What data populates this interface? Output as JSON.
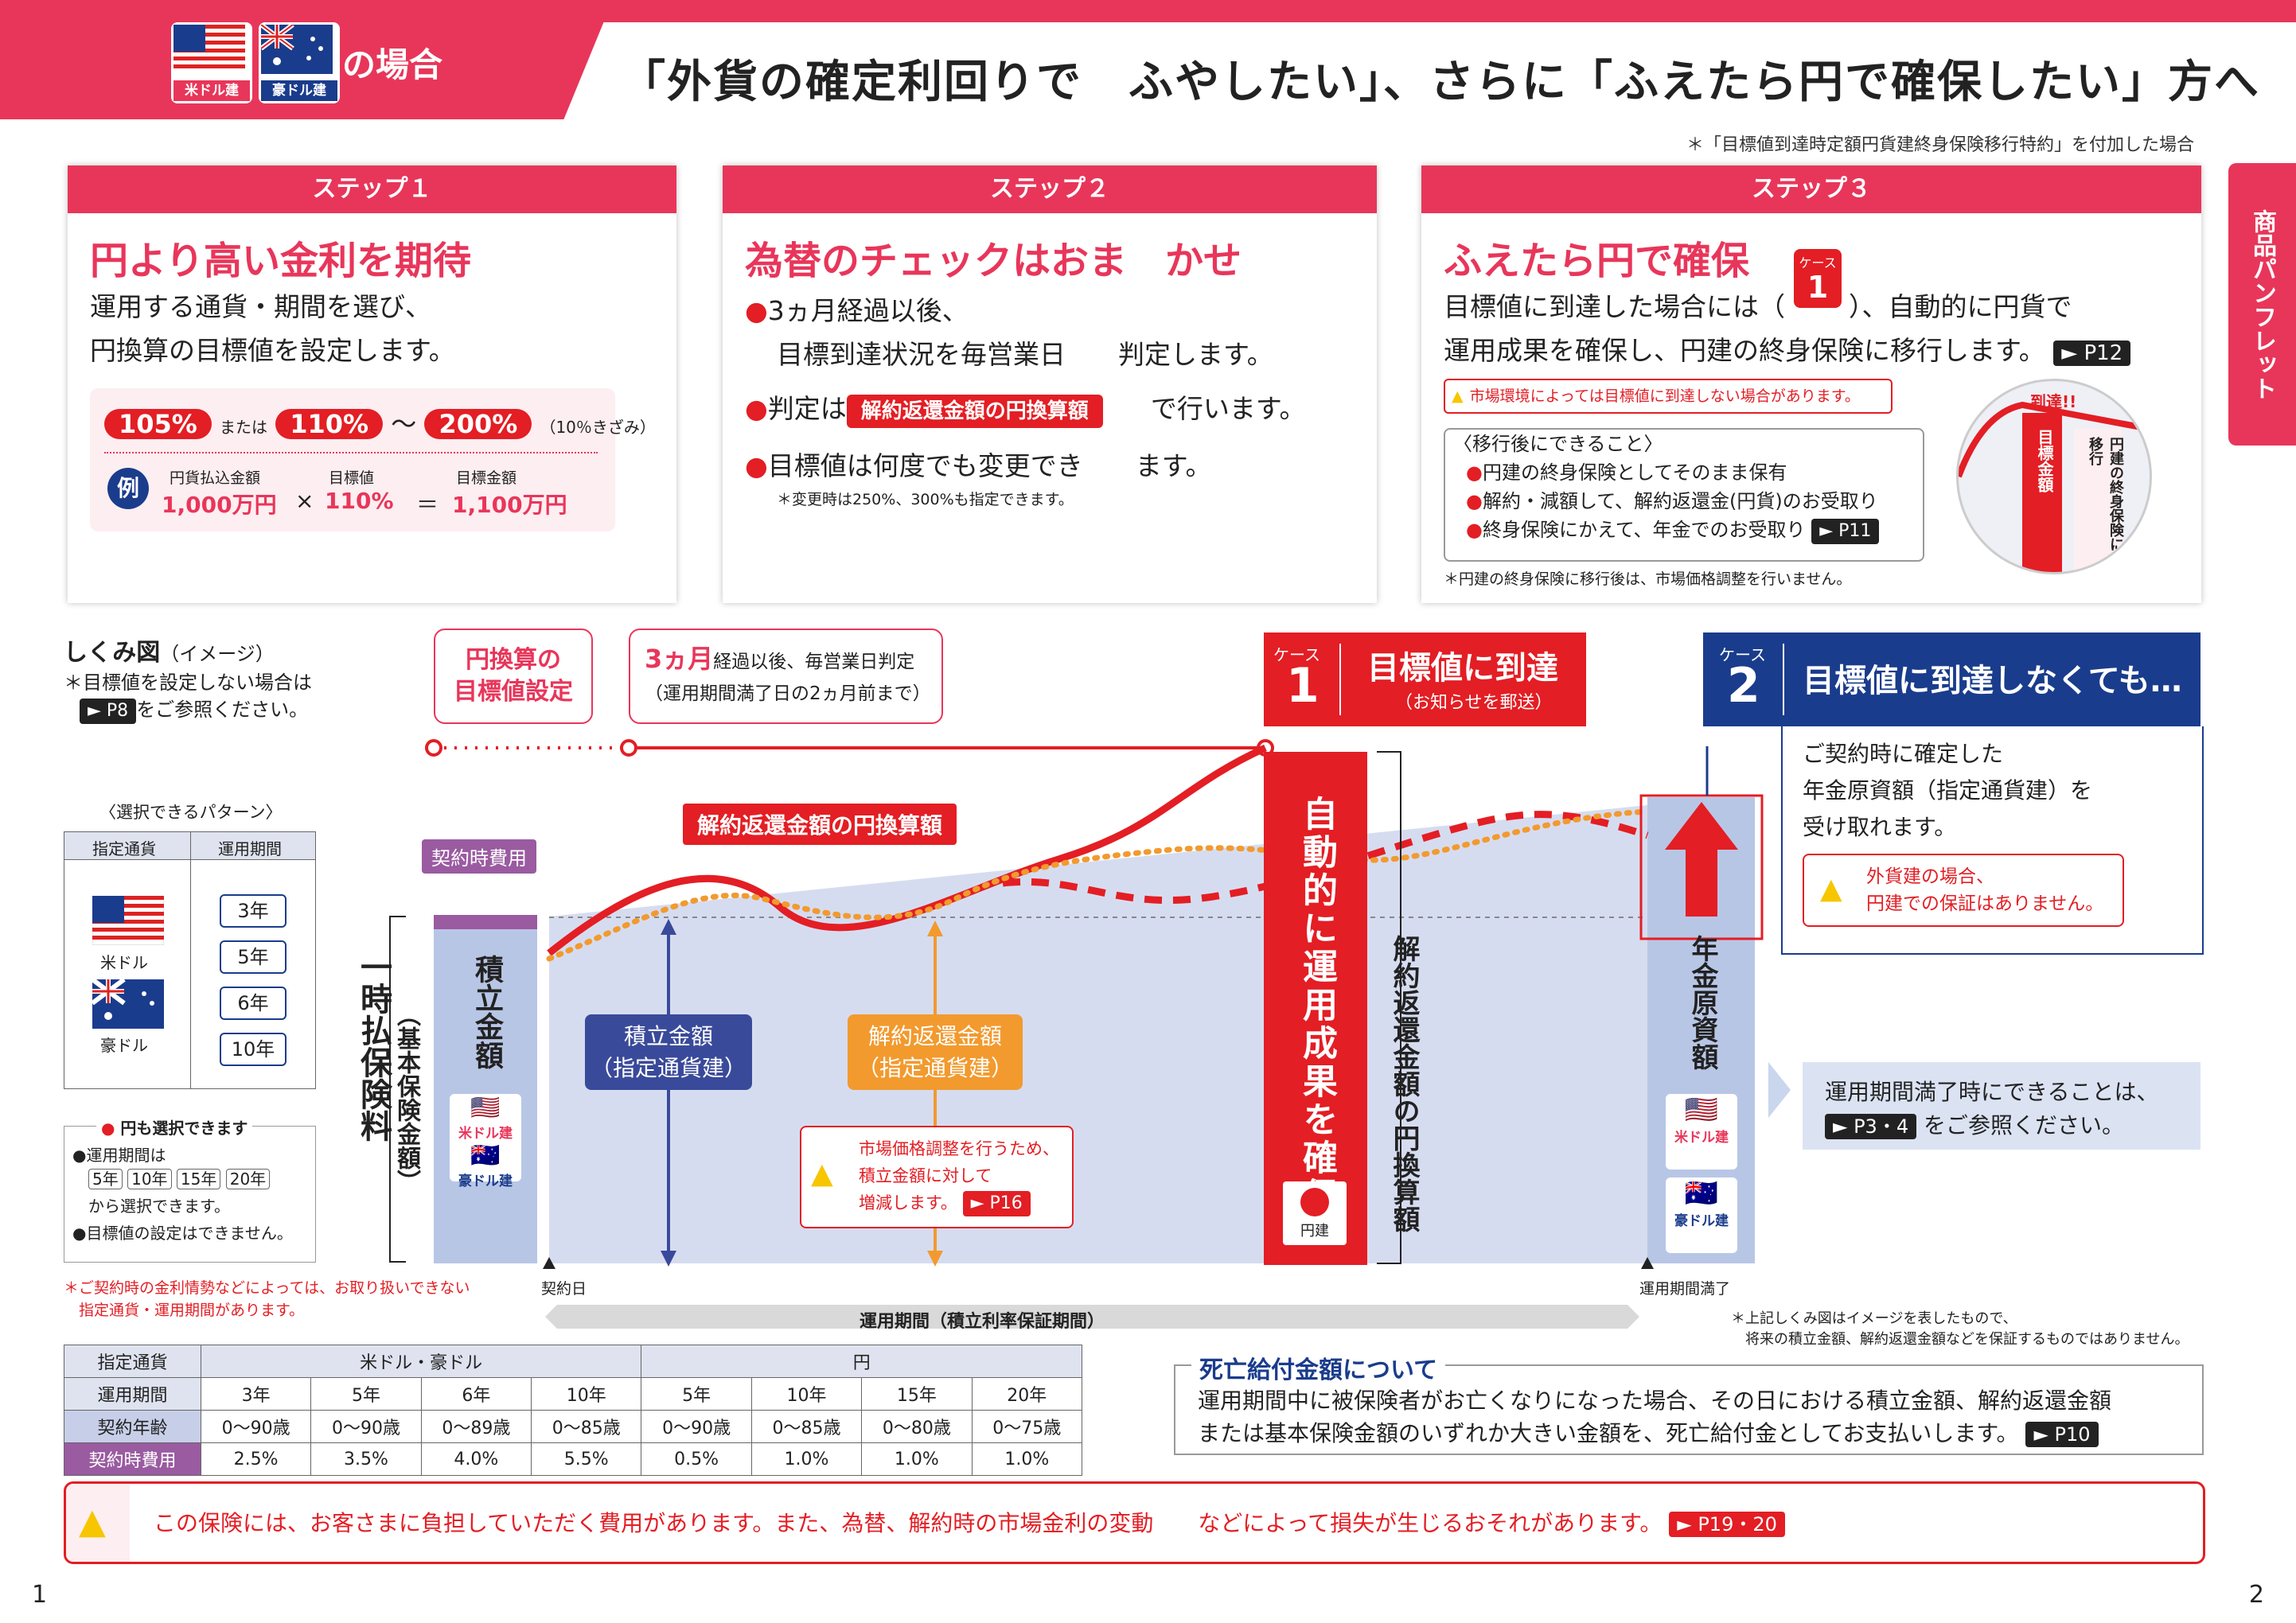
{
  "header": {
    "flag_us_label": "米ドル建",
    "flag_au_label": "豪ドル建",
    "basho": "の場合",
    "title": "「外貨の確定利回りで　ふやしたい」、さらに「ふえたら円で確保したい」方へ",
    "note": "＊「目標値到達時定額円貨建終身保険移行特約」を付加した場合"
  },
  "sidetab": "商品パンフレット",
  "step1": {
    "head": "ステップ１",
    "title": "円より高い金利を期待",
    "body1": "運用する通貨・期間を選び、",
    "body2": "円換算の目標値を設定します。",
    "p105": "105%",
    "mataha": "または",
    "p110": "110%",
    "tilde": "〜",
    "p200": "200%",
    "kizami": "（10％きざみ）",
    "rei": "例",
    "lbl_pay": "円貨払込金額",
    "lbl_target": "目標値",
    "lbl_amount": "目標金額",
    "val_pay": "1,000万円",
    "times": "×",
    "val_target": "110%",
    "equals": "＝",
    "val_amount": "1,100万円"
  },
  "step2": {
    "head": "ステップ２",
    "title": "為替のチェックはおま　かせ",
    "b1a": "3ヵ月経過以後、",
    "b1b": "目標到達状況を毎営業日　　判定します。",
    "b2a": "判定は",
    "b2pill": "解約返還金額の円換算額",
    "b2b": "で行います。",
    "b3": "目標値は何度でも変更でき　　ます。",
    "note": "＊変更時は250%、300%も指定できます。"
  },
  "step3": {
    "head": "ステップ３",
    "title": "ふえたら円で確保",
    "case_label": "ケース",
    "case_num": "1",
    "b1a": "目標値に到達した場合には（",
    "b1b": "）、自動的に円貨で",
    "b2": "運用成果を確保し、円建の終身保険に移行します。",
    "p12": "► P12",
    "warn": "市場環境によっては目標値に到達しない場合があります。",
    "after_title": "〈移行後にできること〉",
    "after1": "円建の終身保険としてそのまま保有",
    "after2": "解約・減額して、解約返還金(円貨)のお受取り",
    "after3": "終身保険にかえて、年金でのお受取り",
    "p11": "► P11",
    "note": "＊円建の終身保険に移行後は、市場価格調整を行いません。",
    "reach": "到達!!",
    "target_v": "目標金額",
    "ikou_v": "円建の終身保険に移行"
  },
  "diagram": {
    "title": "しくみ図",
    "title_sub": "（イメージ）",
    "note1": "＊目標値を設定しない場合は",
    "note1_tag": "► P8",
    "note1_b": "をご参照ください。",
    "yen_target": "円換算の\n目標値設定",
    "three_month": "3ヵ月",
    "three_month_b": "経過以後、毎営業日判定",
    "three_month_c": "（運用期間満了日の2ヵ月前まで）",
    "case1_label": "ケース",
    "case1_num": "1",
    "case1_title": "目標値に到達",
    "case1_sub": "（お知らせを郵送）",
    "case2_label": "ケース",
    "case2_num": "2",
    "case2_title": "目標値に到達しなくても…",
    "case2_b1": "ご契約時に確定した",
    "case2_b2": "年金原資額（指定通貨建）を",
    "case2_b3": "受け取れます。",
    "case2_warn1": "外貨建の場合、",
    "case2_warn2": "円建での保証はありません。",
    "pattern_title": "〈選択できるパターン〉",
    "pattern_h1": "指定通貨",
    "pattern_h2": "運用期間",
    "usd": "米ドル",
    "aud": "豪ドル",
    "periods": [
      "3年",
      "5年",
      "6年",
      "10年"
    ],
    "yen_select": "円も選択できます",
    "yen_b1": "●運用期間は",
    "yen_periods": [
      "5年",
      "10年",
      "15年",
      "20年"
    ],
    "yen_b2": "から選択できます。",
    "yen_b3": "●目標値の設定はできません。",
    "contract_note": "＊ご契約時の金利情勢などによっては、お取り扱いできない\n　指定通貨・運用期間があります。",
    "keiyaku_hiyou": "契約時費用",
    "tsumitate": "積立金額",
    "kihon": "（基本保険金額）",
    "ichiji": "一時払保険料",
    "kaiyaku_label": "解約返還金額の円換算額",
    "tsumitate_box1": "積立金額",
    "tsumitate_box2": "（指定通貨建）",
    "kaiyaku_box1": "解約返還金額",
    "kaiyaku_box2": "（指定通貨建）",
    "mva1": "市場価格調整を行うため、",
    "mva2": "積立金額に対して",
    "mva3": "増減します。",
    "mva_tag": "► P16",
    "jidou": "自動的に運用成果を確保",
    "kaiyaku_v": "解約返還金額の円換算額",
    "yen_flag": "円建",
    "nenkin": "年金原資額",
    "us_tag": "米ドル建",
    "au_tag": "豪ドル建",
    "keiyakubi": "契約日",
    "manryo": "運用期間満了",
    "period_bar": "運用期間（積立利率保証期間）",
    "manryo_box1": "運用期間満了時にできることは、",
    "manryo_tag": "► P3・4",
    "manryo_box2": "をご参照ください。",
    "image_note": "＊上記しくみ図はイメージを表したもので、\n　将来の積立金額、解約返還金額などを保証するものではありません。"
  },
  "table": {
    "rows": [
      [
        "指定通貨",
        "米ドル・豪ドル",
        "円"
      ],
      [
        "運用期間",
        "3年",
        "5年",
        "6年",
        "10年",
        "5年",
        "10年",
        "15年",
        "20年"
      ],
      [
        "契約年齢",
        "0〜90歳",
        "0〜90歳",
        "0〜89歳",
        "0〜85歳",
        "0〜90歳",
        "0〜85歳",
        "0〜80歳",
        "0〜75歳"
      ],
      [
        "契約時費用",
        "2.5%",
        "3.5%",
        "4.0%",
        "5.5%",
        "0.5%",
        "1.0%",
        "1.0%",
        "1.0%"
      ]
    ]
  },
  "death": {
    "title": "死亡給付金額について",
    "b1": "運用期間中に被保険者がお亡くなりになった場合、その日における積立金額、解約返還金額",
    "b2": "または基本保険金額のいずれか大きい金額を、死亡給付金としてお支払いします。",
    "tag": "► P10"
  },
  "footer": {
    "warn": "この保険には、お客さまに負担していただく費用があります。また、為替、解約時の市場金利の変動　　などによって損失が生じるおそれがあります。",
    "tag": "► P19・20",
    "page_left": "1",
    "page_right": "2"
  },
  "colors": {
    "brand": "#e8365a",
    "red": "#e31e24",
    "navy": "#1a3c8c",
    "orange": "#f29a2e",
    "lightblue": "#d6dcf0"
  }
}
